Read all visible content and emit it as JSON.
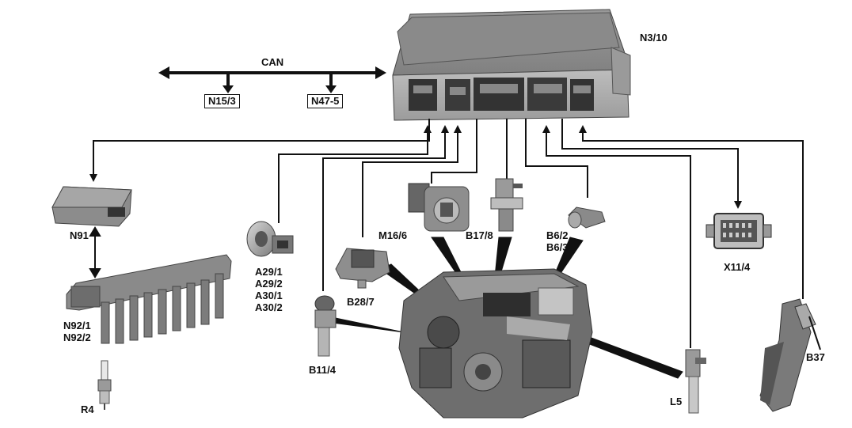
{
  "bus": {
    "label": "CAN",
    "nodes": [
      "N15/3",
      "N47-5"
    ]
  },
  "components": {
    "ecu": "N3/10",
    "ignition_module": "N91",
    "ignition_coils": [
      "N92/1",
      "N92/2"
    ],
    "spark_plug": "R4",
    "knock_sensors": [
      "A29/1",
      "A29/2",
      "A30/1",
      "A30/2"
    ],
    "throttle_actuator": "M16/6",
    "pressure_sensor_b17": "B17/8",
    "camshaft_sensors": [
      "B6/2",
      "B6/3"
    ],
    "pressure_sensor_b28": "B28/7",
    "hall_sensor": "B11/4",
    "diagnostic_connector": "X11/4",
    "crankshaft_sensor": "L5",
    "pedal_sensor": "B37"
  }
}
